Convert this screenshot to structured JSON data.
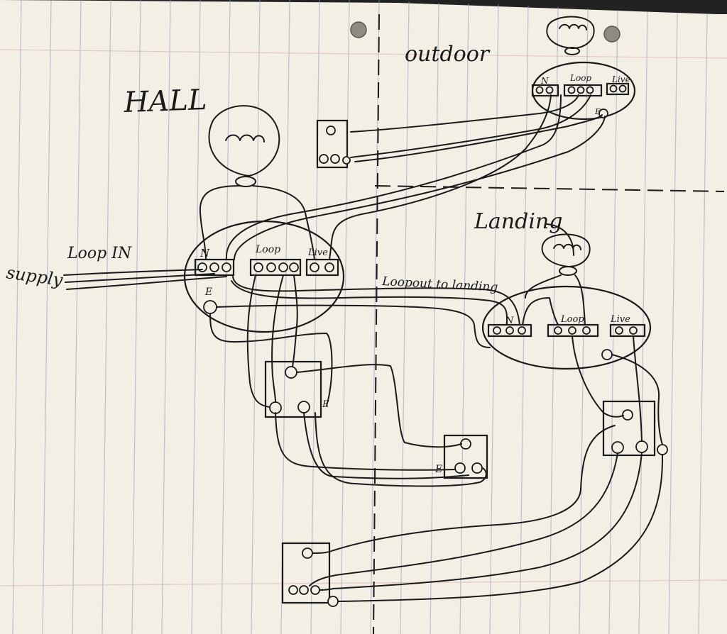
{
  "labels": {
    "hall": "HALL",
    "outdoor": "outdoor",
    "landing": "Landing",
    "supply": "supply",
    "loop_in": "Loop IN",
    "loop_out": "Loopout to landing",
    "n": "N",
    "loop": "Loop",
    "live": "Live",
    "e": "E"
  },
  "colors": {
    "paper": "#f3efe4",
    "ink": "#1a1a1a",
    "ruling": "#8aa0c8",
    "dark_top": "#222222"
  }
}
